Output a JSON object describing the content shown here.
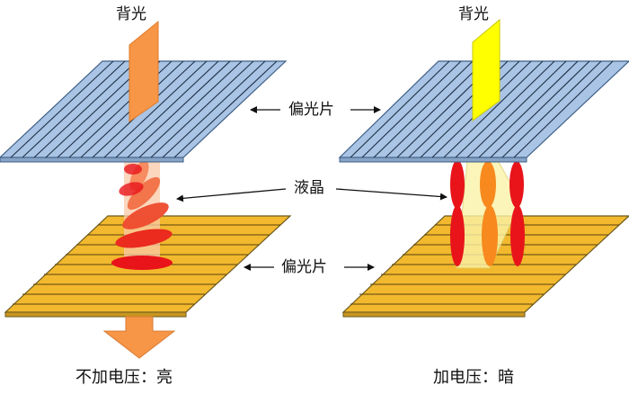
{
  "labels": {
    "backlight_left": "背光",
    "backlight_right": "背光",
    "polarizer_top": "偏光片",
    "liquid_crystal": "液晶",
    "polarizer_bottom": "偏光片"
  },
  "captions": {
    "left": "不加电压：亮",
    "right": "加电压：暗"
  },
  "colors": {
    "top_polarizer": "#a9c4e4",
    "bottom_polarizer": "#f2b82e",
    "backlight_orange": "#f79646",
    "backlight_yellow": "#ffff00",
    "crystal_red": "#e8141a",
    "crystal_orange": "#f7891e"
  }
}
